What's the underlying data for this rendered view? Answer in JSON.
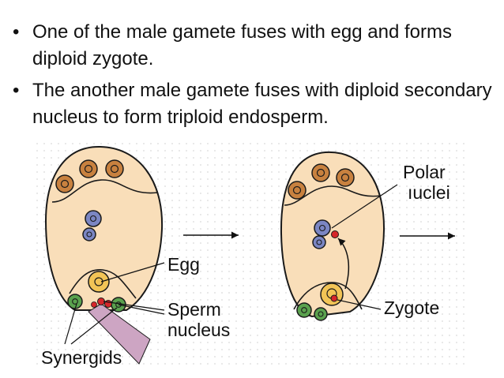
{
  "bullets": [
    {
      "marker": "•",
      "text": "One of the male gamete fuses with egg and forms diploid zygote."
    },
    {
      "marker": "•",
      "text": " The another male gamete fuses with diploid secondary nucleus to form triploid endosperm."
    }
  ],
  "diagram": {
    "labels": {
      "egg": "Egg",
      "sperm_line1": "Sperm",
      "sperm_line2": "nucleus",
      "synergids": "Synergids",
      "polar_line1": "Polar",
      "polar_line2": "ıuclei",
      "zygote": "Zygote"
    },
    "colors": {
      "sac_fill": "#f9deb9",
      "sac_stroke": "#1a1a1a",
      "antipodal": "#c8813f",
      "polar_nucleus": "#7b86c3",
      "egg": "#f2c456",
      "synergid": "#5aa24e",
      "sperm": "#d6262a",
      "pollen_tube": "#cda5c3"
    }
  }
}
